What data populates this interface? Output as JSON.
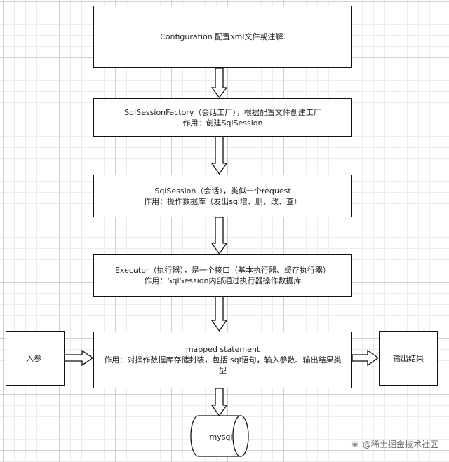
{
  "boxes": {
    "config": {
      "line1": "Configuration 配置xml文件或注解."
    },
    "factory": {
      "line1": "SqlSessionFactory（会话工厂），根据配置文件创建工厂",
      "line2": "作用：创建SqlSession"
    },
    "session": {
      "line1": "SqlSession（会话），类似一个request",
      "line2": "作用：操作数据库（发出sql增、删、改、查）"
    },
    "executor": {
      "line1": "Executor（执行器），是一个接口（基本执行器、缓存执行器）",
      "line2": "作用：SqlSession内部通过执行器操作数据库"
    },
    "mapped": {
      "line1": "mapped statement",
      "line2": "作用：对操作数据库存储封装，包括 sql语句，输入参数、输出结果类型"
    },
    "input": {
      "label": "入参"
    },
    "output": {
      "label": "输出结果"
    }
  },
  "database": {
    "label": "mysql"
  },
  "watermark": {
    "text": "@稀土掘金技术社区",
    "icon": "wechat-icon"
  }
}
